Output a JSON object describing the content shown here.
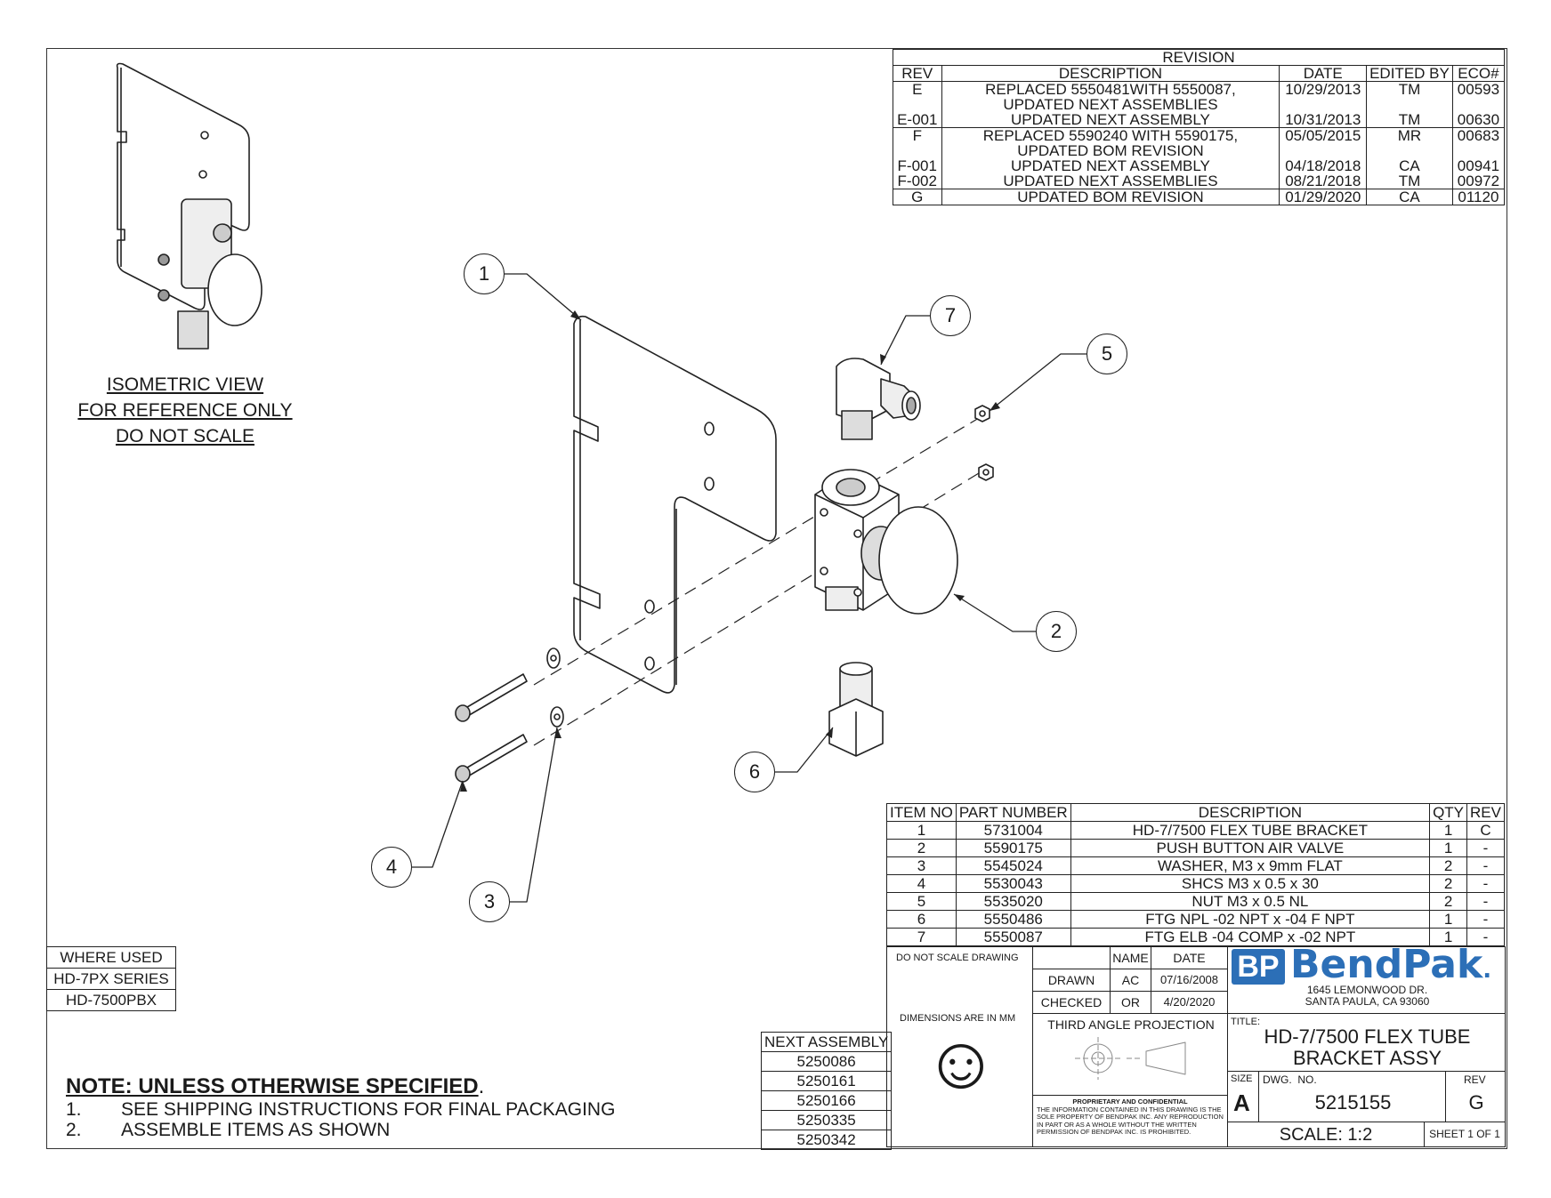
{
  "revision": {
    "title": "REVISION",
    "headers": [
      "REV",
      "DESCRIPTION",
      "DATE",
      "EDITED BY",
      "ECO#"
    ],
    "groups": [
      [
        {
          "rev": "E",
          "desc": "REPLACED 5550481WITH 5550087, UPDATED NEXT ASSEMBLIES",
          "date": "10/29/2013",
          "by": "TM",
          "eco": "00593"
        },
        {
          "rev": "E-001",
          "desc": "UPDATED NEXT ASSEMBLY",
          "date": "10/31/2013",
          "by": "TM",
          "eco": "00630"
        }
      ],
      [
        {
          "rev": "F",
          "desc": "REPLACED 5590240 WITH 5590175, UPDATED BOM REVISION",
          "date": "05/05/2015",
          "by": "MR",
          "eco": "00683"
        },
        {
          "rev": "F-001",
          "desc": "UPDATED NEXT ASSEMBLY",
          "date": "04/18/2018",
          "by": "CA",
          "eco": "00941"
        },
        {
          "rev": "F-002",
          "desc": "UPDATED NEXT ASSEMBLIES",
          "date": "08/21/2018",
          "by": "TM",
          "eco": "00972"
        }
      ],
      [
        {
          "rev": "G",
          "desc": "UPDATED BOM REVISION",
          "date": "01/29/2020",
          "by": "CA",
          "eco": "01120"
        }
      ]
    ]
  },
  "bom": {
    "headers": [
      "ITEM NO",
      "PART NUMBER",
      "DESCRIPTION",
      "QTY",
      "REV"
    ],
    "rows": [
      [
        "1",
        "5731004",
        "HD-7/7500 FLEX TUBE BRACKET",
        "1",
        "C"
      ],
      [
        "2",
        "5590175",
        "PUSH BUTTON AIR VALVE",
        "1",
        "-"
      ],
      [
        "3",
        "5545024",
        "WASHER, M3 x 9mm FLAT",
        "2",
        "-"
      ],
      [
        "4",
        "5530043",
        "SHCS M3 x 0.5 x 30",
        "2",
        "-"
      ],
      [
        "5",
        "5535020",
        "NUT M3 x 0.5 NL",
        "2",
        "-"
      ],
      [
        "6",
        "5550486",
        "FTG NPL -02 NPT x -04 F NPT",
        "1",
        "-"
      ],
      [
        "7",
        "5550087",
        "FTG ELB -04 COMP x -02 NPT",
        "1",
        "-"
      ]
    ]
  },
  "where_used": {
    "title": "WHERE USED",
    "items": [
      "HD-7PX SERIES",
      "HD-7500PBX"
    ]
  },
  "next_assembly": {
    "title": "NEXT ASSEMBLY",
    "items": [
      "5250086",
      "5250161",
      "5250166",
      "5250335",
      "5250342"
    ]
  },
  "iso_note": [
    "ISOMETRIC VIEW",
    "FOR REFERENCE ONLY",
    "DO NOT SCALE"
  ],
  "notes": {
    "heading": "NOTE: UNLESS OTHERWISE SPECIFIED",
    "heading_suffix": ".",
    "items": [
      {
        "num": "1.",
        "text": "SEE SHIPPING INSTRUCTIONS FOR FINAL PACKAGING"
      },
      {
        "num": "2.",
        "text": "ASSEMBLE ITEMS AS SHOWN"
      }
    ]
  },
  "balloons": [
    "1",
    "2",
    "3",
    "4",
    "5",
    "6",
    "7"
  ],
  "title_block": {
    "do_not_scale": "DO NOT SCALE DRAWING",
    "name_header": "NAME",
    "date_header": "DATE",
    "drawn_label": "DRAWN",
    "drawn_name": "AC",
    "drawn_date": "07/16/2008",
    "checked_label": "CHECKED",
    "checked_name": "OR",
    "checked_date": "4/20/2020",
    "dimensions": "DIMENSIONS ARE IN MM",
    "projection": "THIRD ANGLE PROJECTION",
    "smiley": "☺",
    "logo_bp": "BP",
    "logo_text": "BendPak",
    "logo_dot": ".",
    "address_line1": "1645 LEMONWOOD DR.",
    "address_line2": "SANTA PAULA, CA 93060",
    "title_label": "TITLE:",
    "title_line1": "HD-7/7500 FLEX TUBE",
    "title_line2": "BRACKET ASSY",
    "size_label": "SIZE",
    "size_value": "A",
    "dwg_label": "DWG.  NO.",
    "dwg_value": "5215155",
    "rev_label": "REV",
    "rev_value": "G",
    "scale": "SCALE: 1:2",
    "sheet": "SHEET 1 OF 1",
    "proprietary_title": "PROPRIETARY AND CONFIDENTIAL",
    "proprietary_text": "THE INFORMATION CONTAINED IN THIS DRAWING IS THE SOLE PROPERTY OF BENDPAK INC. ANY REPRODUCTION IN PART OR AS A WHOLE WITHOUT THE WRITTEN PERMISSION OF BENDPAK INC. IS PROHIBITED."
  }
}
